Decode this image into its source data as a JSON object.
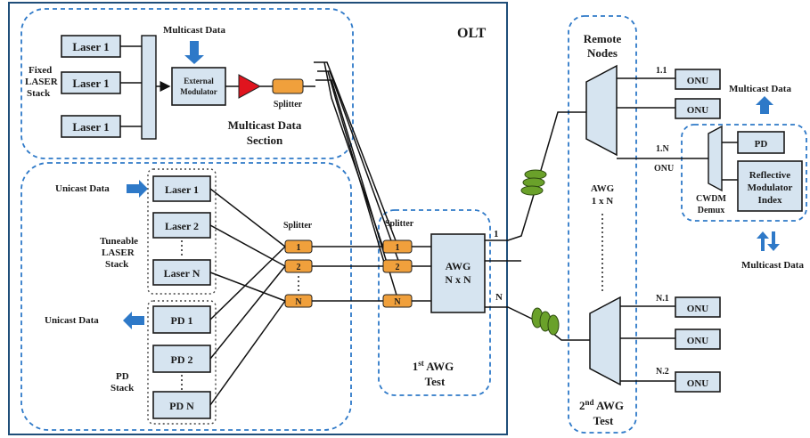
{
  "olt": {
    "title": "OLT"
  },
  "multicast_section": {
    "title_line1": "Multicast Data",
    "title_line2": "Section",
    "input_label": "Multicast Data",
    "fixed_stack_line1": "Fixed",
    "fixed_stack_line2": "LASER",
    "fixed_stack_line3": "Stack",
    "lasers": [
      "Laser 1",
      "Laser 1",
      "Laser 1"
    ],
    "modulator_line1": "External",
    "modulator_line2": "Modulator",
    "splitter_label": "Splitter"
  },
  "unicast_section": {
    "title": "Unicast Section",
    "unicast_in_label": "Unicast Data",
    "unicast_out_label": "Unicast Data",
    "tuneable_line1": "Tuneable",
    "tuneable_line2": "LASER",
    "tuneable_line3": "Stack",
    "lasers": [
      "Laser  1",
      "Laser  2",
      "Laser  N"
    ],
    "pd_stack_line1": "PD",
    "pd_stack_line2": "Stack",
    "pds": [
      "PD   1",
      "PD   2",
      "PD   N"
    ],
    "splitter_label": "Splitter",
    "splitter_ports": [
      "1",
      "2",
      "N"
    ]
  },
  "awg_test_1": {
    "splitter_label": "Splitter",
    "splitter_ports": [
      "1",
      "2",
      "N"
    ],
    "awg_line1": "AWG",
    "awg_line2": "N x N",
    "title_prefix": "1",
    "title_sup": "st",
    "title_suffix": " AWG",
    "title_line2": "Test",
    "out_port_1": "1",
    "out_port_n": "N"
  },
  "remote_nodes": {
    "title_line1": "Remote",
    "title_line2": "Nodes",
    "awg_line1": "AWG",
    "awg_line2": "1 x N",
    "port_labels": [
      "1.1",
      "1.N",
      "N.1",
      "N.2"
    ],
    "onu_labels": [
      "ONU",
      "ONU",
      "ONU",
      "ONU",
      "ONU"
    ],
    "title_bottom_prefix": "2",
    "title_bottom_sup": "nd",
    "title_bottom_suffix": " AWG",
    "title_bottom_line2": "Test"
  },
  "onu_detail": {
    "multicast_up_label": "Multicast Data",
    "multicast_down_label": "Multicast Data",
    "onu_label": "ONU",
    "pd_label": "PD",
    "cwdm_line1": "CWDM",
    "cwdm_line2": "Demux",
    "rmod_line1": "Reflective",
    "rmod_line2": "Modulator",
    "rmod_line3": "Index"
  },
  "colors": {
    "box_fill": "#d6e4f0",
    "dashed_border": "#2e79c8",
    "splitter_port": "#f0a03c",
    "amplifier": "#e0141e",
    "fiber_coil": "#6aa12a",
    "arrow": "#2e79c8"
  }
}
